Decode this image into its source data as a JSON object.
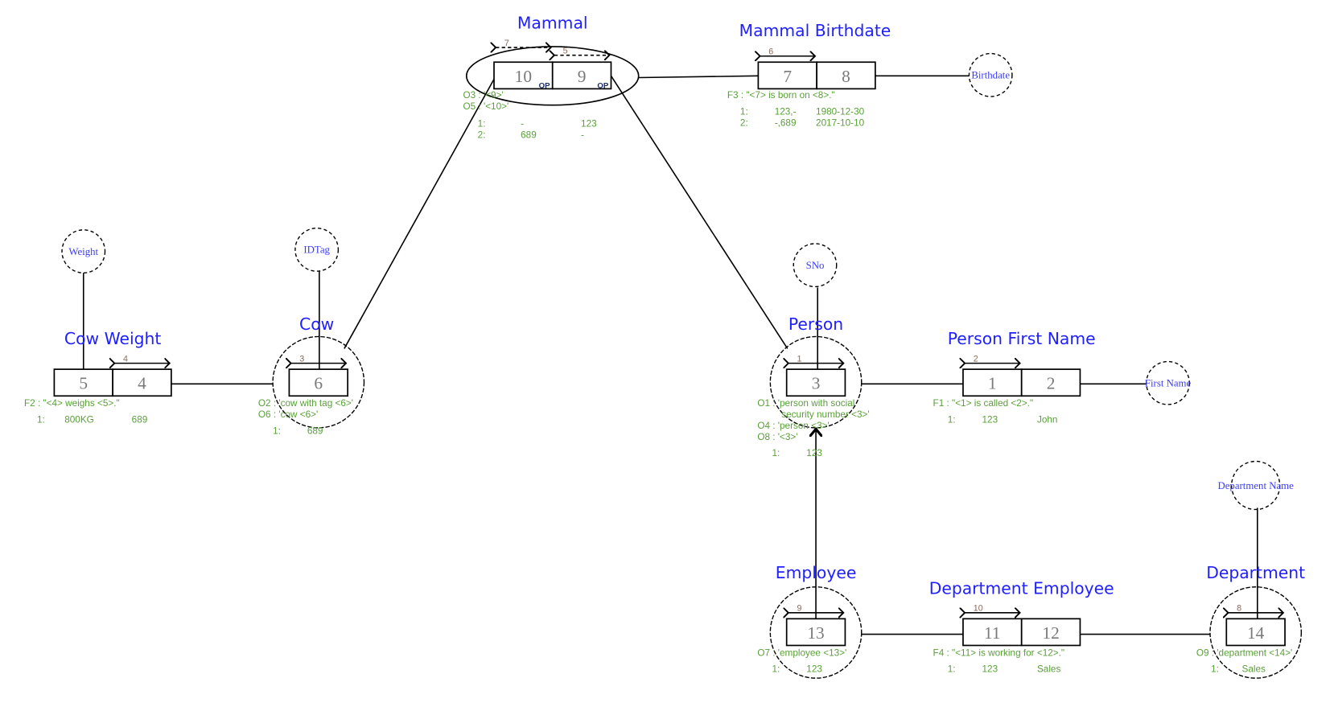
{
  "colors": {
    "title": "#1f1fff",
    "annotation": "#5aa03a",
    "role_number": "#7a7a7a",
    "line": "#000000"
  },
  "entity_types": {
    "mammal": {
      "name": "Mammal",
      "annotations": [
        "O3 : '<9>'",
        "O5 : '<10>'"
      ],
      "population": [
        [
          "1:",
          "-",
          "123"
        ],
        [
          "2:",
          "689",
          "-"
        ]
      ]
    },
    "cow": {
      "name": "Cow",
      "annotations": [
        "O2 : 'cow with tag <6>'",
        "O6 : 'cow <6>'"
      ],
      "population": [
        [
          "1:",
          "689"
        ]
      ]
    },
    "person": {
      "name": "Person",
      "annotations": [
        "O1 : 'person with social",
        "security number <3>'",
        "O4 : 'person <3>'",
        "O8 : '<3>'"
      ],
      "population": [
        [
          "1:",
          "123"
        ]
      ]
    },
    "employee": {
      "name": "Employee",
      "annotations": [
        "O7 : 'employee <13>'"
      ],
      "population": [
        [
          "1:",
          "123"
        ]
      ]
    },
    "department": {
      "name": "Department",
      "annotations": [
        "O9 : 'department <14>'"
      ],
      "population": [
        [
          "1:",
          "Sales"
        ]
      ]
    }
  },
  "value_types": {
    "weight": "Weight",
    "idtag": "IDTag",
    "sno": "SNo",
    "birthdate": "Birthdate",
    "first_name": "First Name",
    "department_name": "Department Name"
  },
  "fact_types": {
    "mammal": {
      "roles": [
        "10",
        "9"
      ],
      "role_flags": [
        "OP",
        "OP"
      ],
      "uniqueness": [
        "7",
        "5"
      ]
    },
    "mammal_birthdate": {
      "name": "Mammal Birthdate",
      "roles": [
        "7",
        "8"
      ],
      "uniqueness": [
        "6"
      ],
      "reading": "F3 : \"<7> is born on <8>.\"",
      "population": [
        [
          "1:",
          "123,-",
          "1980-12-30"
        ],
        [
          "2:",
          "-,689",
          "2017-10-10"
        ]
      ]
    },
    "cow_weight": {
      "name": "Cow Weight",
      "roles": [
        "5",
        "4"
      ],
      "uniqueness": [
        "4"
      ],
      "reading": "F2 : \"<4> weighs <5>.\"",
      "population": [
        [
          "1:",
          "800KG",
          "689"
        ]
      ]
    },
    "cow": {
      "roles": [
        "6"
      ],
      "uniqueness": [
        "3"
      ]
    },
    "person": {
      "roles": [
        "3"
      ],
      "uniqueness": [
        "1"
      ]
    },
    "person_first_name": {
      "name": "Person First Name",
      "roles": [
        "1",
        "2"
      ],
      "uniqueness": [
        "2"
      ],
      "reading": "F1 : \"<1> is called <2>.\"",
      "population": [
        [
          "1:",
          "123",
          "John"
        ]
      ]
    },
    "employee": {
      "roles": [
        "13"
      ],
      "uniqueness": [
        "9"
      ]
    },
    "department_employee": {
      "name": "Department Employee",
      "roles": [
        "11",
        "12"
      ],
      "uniqueness": [
        "10"
      ],
      "reading": "F4 : \"<11> is working for <12>.\"",
      "population": [
        [
          "1:",
          "123",
          "Sales"
        ]
      ]
    },
    "department": {
      "roles": [
        "14"
      ],
      "uniqueness": [
        "8"
      ]
    }
  }
}
